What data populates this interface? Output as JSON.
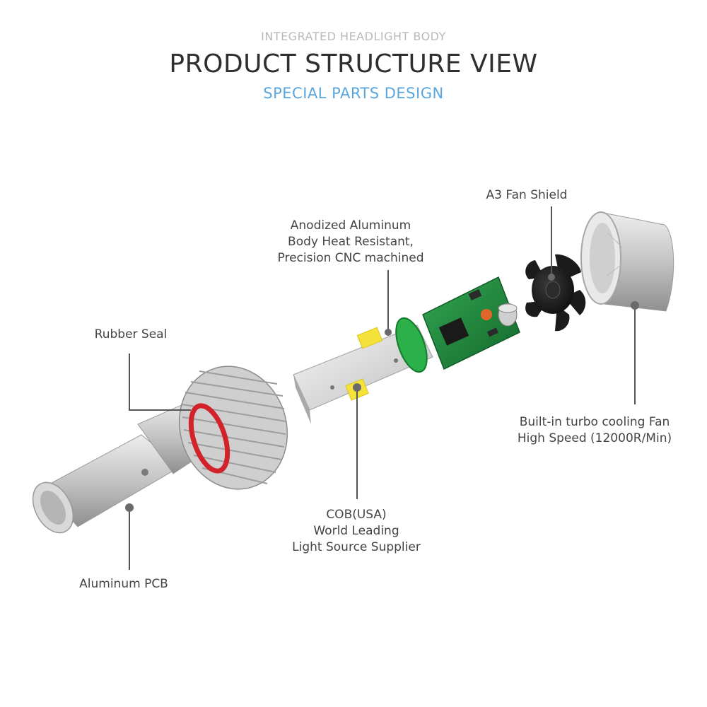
{
  "header": {
    "eyebrow": "INTEGRATED HEADLIGHT BODY",
    "title": "PRODUCT STRUCTURE VIEW",
    "subtitle": "SPECIAL PARTS DESIGN"
  },
  "callouts": {
    "fan_shield": "A3 Fan Shield",
    "aluminum_body": [
      "Anodized Aluminum",
      "Body Heat Resistant,",
      "Precision CNC machined"
    ],
    "rubber_seal": "Rubber Seal",
    "cooling_fan": [
      "Built-in turbo cooling Fan",
      "High Speed (12000R/Min)"
    ],
    "cob": [
      "COB(USA)",
      "World Leading",
      "Light Source Supplier"
    ],
    "aluminum_pcb": "Aluminum PCB"
  },
  "colors": {
    "title": "#2f2f2f",
    "subtitle": "#5aa7e0",
    "label": "#444444",
    "leader_line": "#555555",
    "aluminum": "#c9c9c9",
    "pcb_green": "#1f8a3a",
    "cob_yellow": "#f4e23a",
    "seal_red": "#d2232a",
    "fan_black": "#1b1b1b"
  }
}
